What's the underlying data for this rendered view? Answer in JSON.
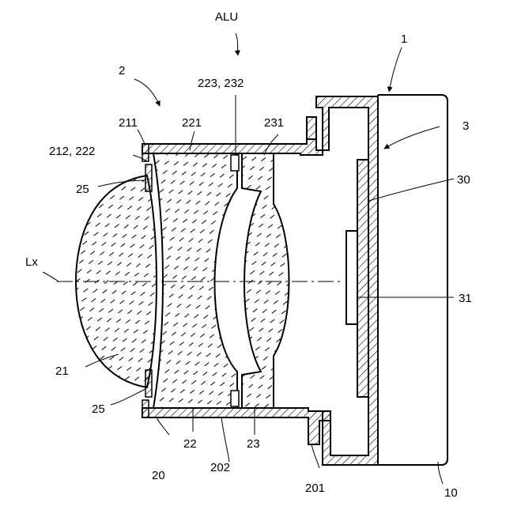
{
  "figure": {
    "labels": {
      "alu": "ALU",
      "device": "1",
      "lens_unit": "2",
      "sensor_module": "3",
      "substrate": "30",
      "image_sensor": "31",
      "housing_base": "10",
      "optical_axis": "Lx",
      "lens_first": "21",
      "lens_second": "22",
      "lens_third": "23",
      "spacer": "25",
      "spacer_lower": "25",
      "flange_front": "211",
      "lens_second_top": "221",
      "lens_third_top": "231",
      "interface_front": "212, 222",
      "interface_rear": "223, 232",
      "barrel": "20",
      "barrel_mount": "201",
      "barrel_wall": "202"
    },
    "colors": {
      "ink": "#000000",
      "paper": "#ffffff"
    }
  }
}
